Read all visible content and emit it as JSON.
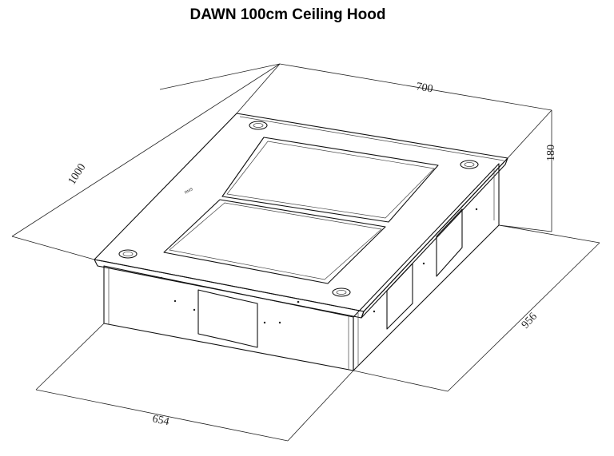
{
  "title": "DAWN 100cm Ceiling Hood",
  "dimensions": {
    "top_width": "700",
    "top_depth": "1000",
    "height": "180",
    "base_depth": "956",
    "base_width": "654"
  },
  "unit_label": "RMS"
}
